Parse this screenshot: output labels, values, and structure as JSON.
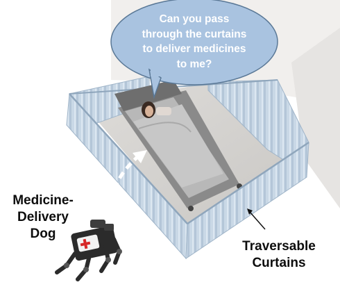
{
  "speech_bubble": {
    "lines": [
      "Can you pass",
      "through the curtains",
      "to deliver medicines",
      "to me?"
    ]
  },
  "labels": {
    "robot": [
      "Medicine-",
      "Delivery",
      "Dog"
    ],
    "curtains": [
      "Traversable",
      "Curtains"
    ]
  },
  "colors": {
    "bubble_fill": "#a9c3e0",
    "bubble_stroke": "#5a7896",
    "curtain": "#c6d6e4",
    "curtain_dark": "#9fb4c8",
    "floor": "#d7d5d2",
    "wall": "#eceae8",
    "bed": "#8e8e8e",
    "blanket": "#bdbdbd",
    "path_arrow": "#ffffff",
    "robot_body": "#2b2b2b",
    "cross": "#d62828"
  },
  "icons": {
    "robot": "quadruped-robot-icon",
    "path": "dashed-path-arrow-icon",
    "pointer": "pointer-arrow-icon"
  }
}
